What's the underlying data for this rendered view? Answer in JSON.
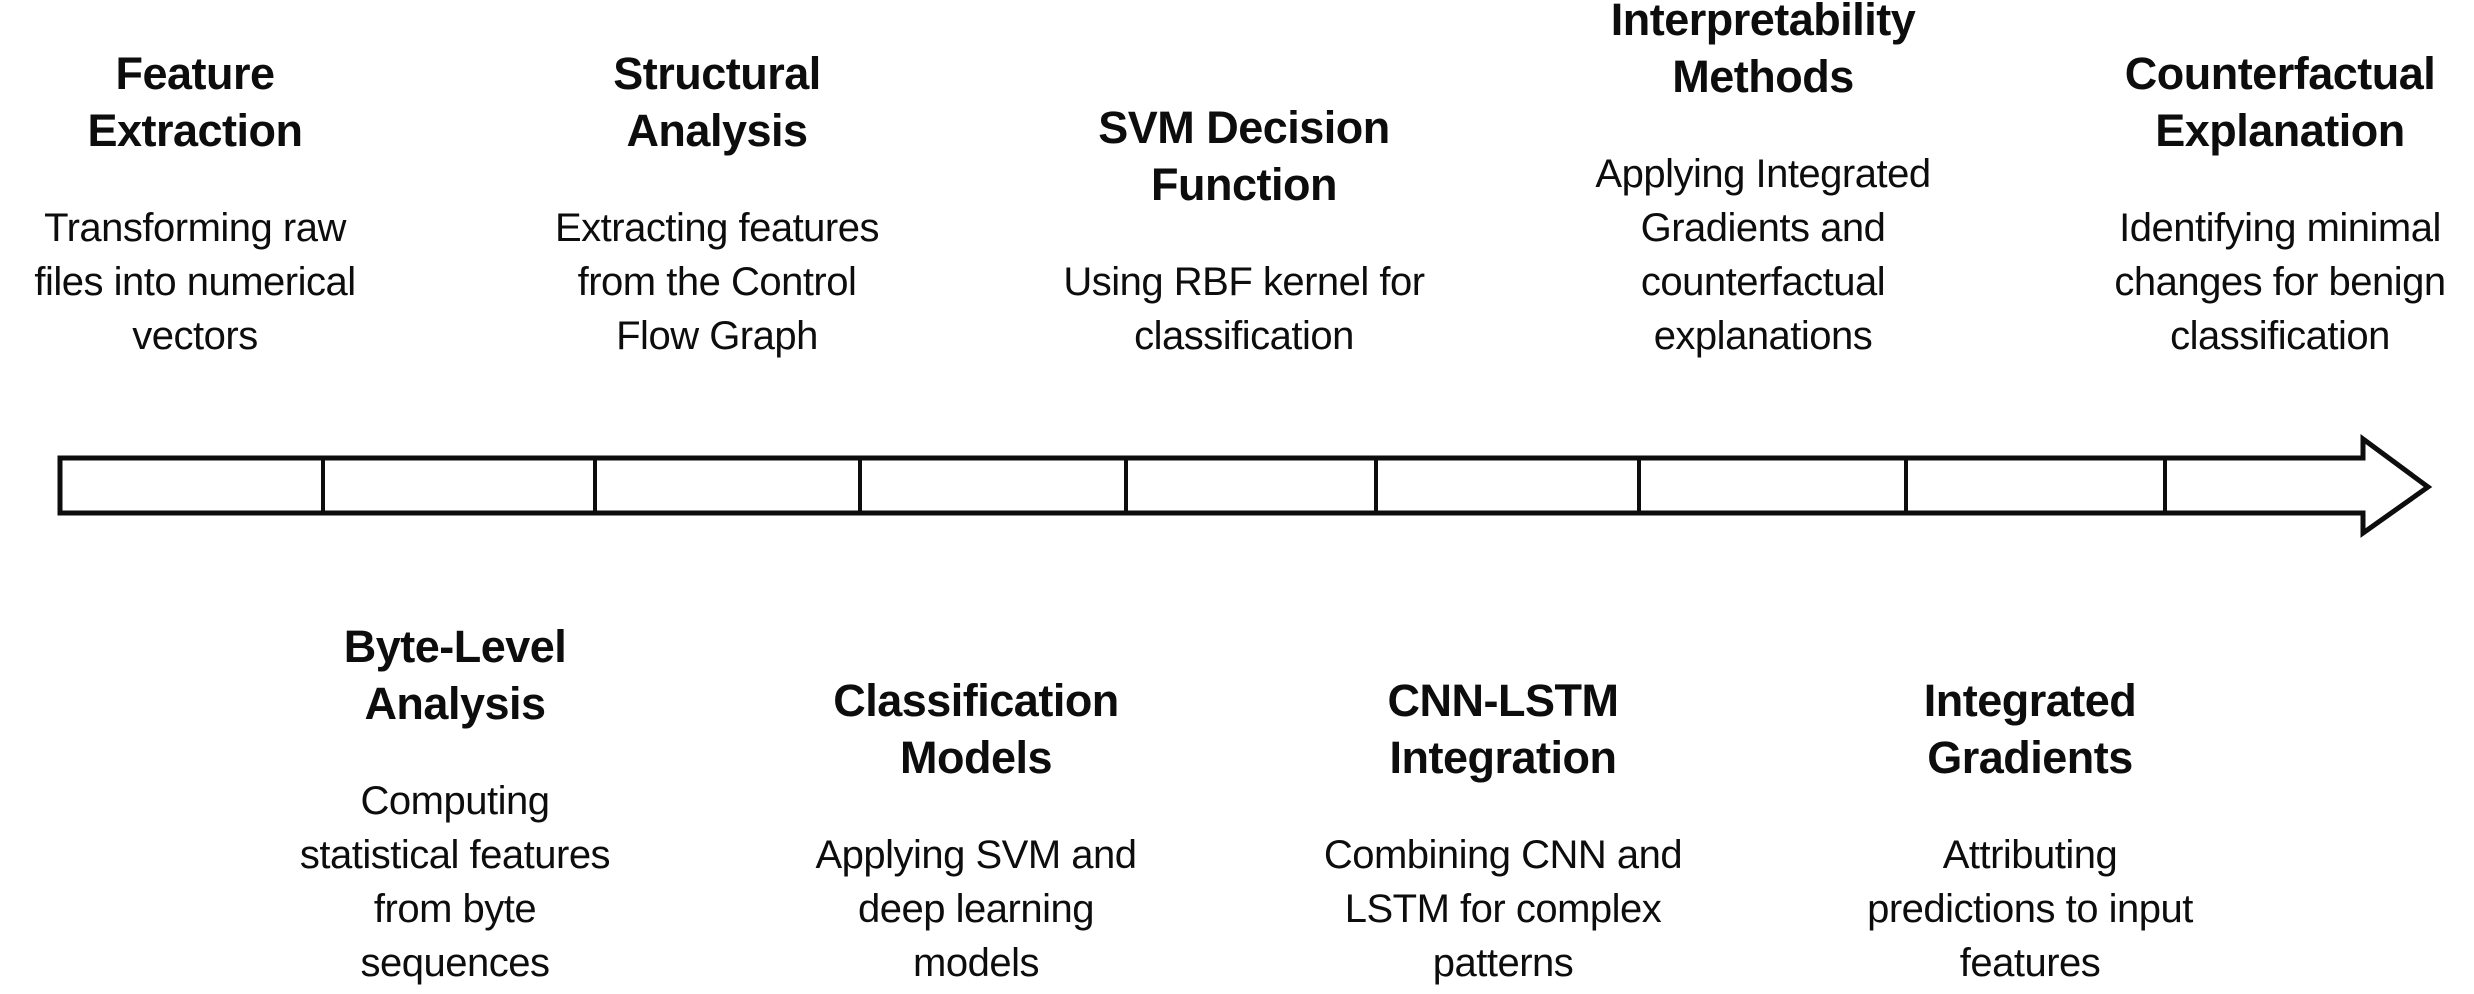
{
  "diagram": {
    "type": "timeline",
    "direction": "left-to-right",
    "colors": {
      "background": "#ffffff",
      "outline": "#0d0d0d",
      "text": "#0d0d0d",
      "arrow_fill": "#ffffff"
    },
    "arrow": {
      "segments": 9,
      "style": "segmented block arrow pointing right"
    },
    "milestones": [
      {
        "title": "Feature\nExtraction",
        "description": "Transforming raw\nfiles into numerical\nvectors",
        "side": "above"
      },
      {
        "title": "Byte-Level\nAnalysis",
        "description": "Computing\nstatistical features\nfrom byte\nsequences",
        "side": "below"
      },
      {
        "title": "Structural\nAnalysis",
        "description": "Extracting features\nfrom the Control\nFlow Graph",
        "side": "above"
      },
      {
        "title": "Classification\nModels",
        "description": "Applying SVM and\ndeep learning\nmodels",
        "side": "below"
      },
      {
        "title": "SVM Decision\nFunction",
        "description": "Using RBF kernel for\nclassification",
        "side": "above"
      },
      {
        "title": "CNN-LSTM\nIntegration",
        "description": "Combining CNN and\nLSTM for complex\npatterns",
        "side": "below"
      },
      {
        "title": "Interpretability\nMethods",
        "description": "Applying Integrated\nGradients and\ncounterfactual\nexplanations",
        "side": "above"
      },
      {
        "title": "Integrated\nGradients",
        "description": "Attributing\npredictions to input\nfeatures",
        "side": "below"
      },
      {
        "title": "Counterfactual\nExplanation",
        "description": "Identifying minimal\nchanges for benign\nclassification",
        "side": "above"
      }
    ]
  }
}
